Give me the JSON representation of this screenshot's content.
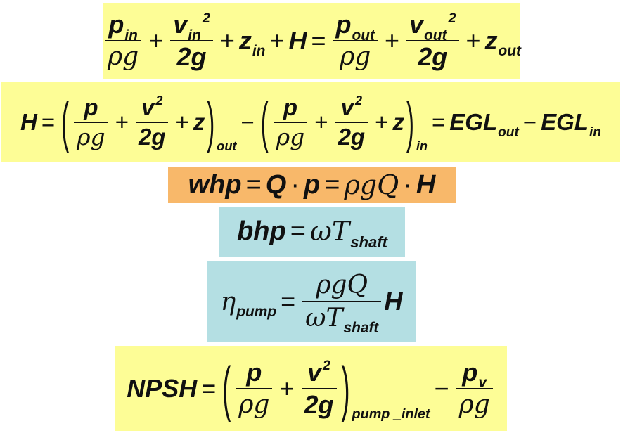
{
  "eq1": {
    "p": "p",
    "in": "in",
    "out": "out",
    "rho_g": "ρg",
    "v": "v",
    "two_g": "2g",
    "sq": "2",
    "z": "z",
    "H": "H",
    "plus": "+",
    "equals": "="
  },
  "eq2": {
    "H": "H",
    "equals": "=",
    "p": "p",
    "rho_g": "ρg",
    "v": "v",
    "sq": "2",
    "two_g": "2g",
    "z": "z",
    "plus": "+",
    "minus": "−",
    "out": "out",
    "in": "in",
    "egl": "EGL"
  },
  "eq3": {
    "lhs": "whp",
    "equals": "=",
    "Q": "Q",
    "dot": "·",
    "p": "p",
    "rho_gQ": "ρgQ",
    "H": "H"
  },
  "eq4": {
    "lhs": "bhp",
    "equals": "=",
    "omega_T": "ωT",
    "shaft": "shaft"
  },
  "eq5": {
    "eta": "η",
    "pump": "pump",
    "equals": "=",
    "rho_gQ": "ρgQ",
    "omega_T": "ωT",
    "shaft": "shaft",
    "H": "H"
  },
  "eq6": {
    "lhs": "NPSH",
    "equals": "=",
    "p": "p",
    "rho_g": "ρg",
    "v": "v",
    "sq": "2",
    "two_g": "2g",
    "plus": "+",
    "minus": "−",
    "pump_inlet": "pump _inlet",
    "pv": "p",
    "v_sub": "v"
  },
  "colors": {
    "yellow": "#fdfd96",
    "orange": "#f8b86a",
    "cyan": "#b4dfe3"
  }
}
